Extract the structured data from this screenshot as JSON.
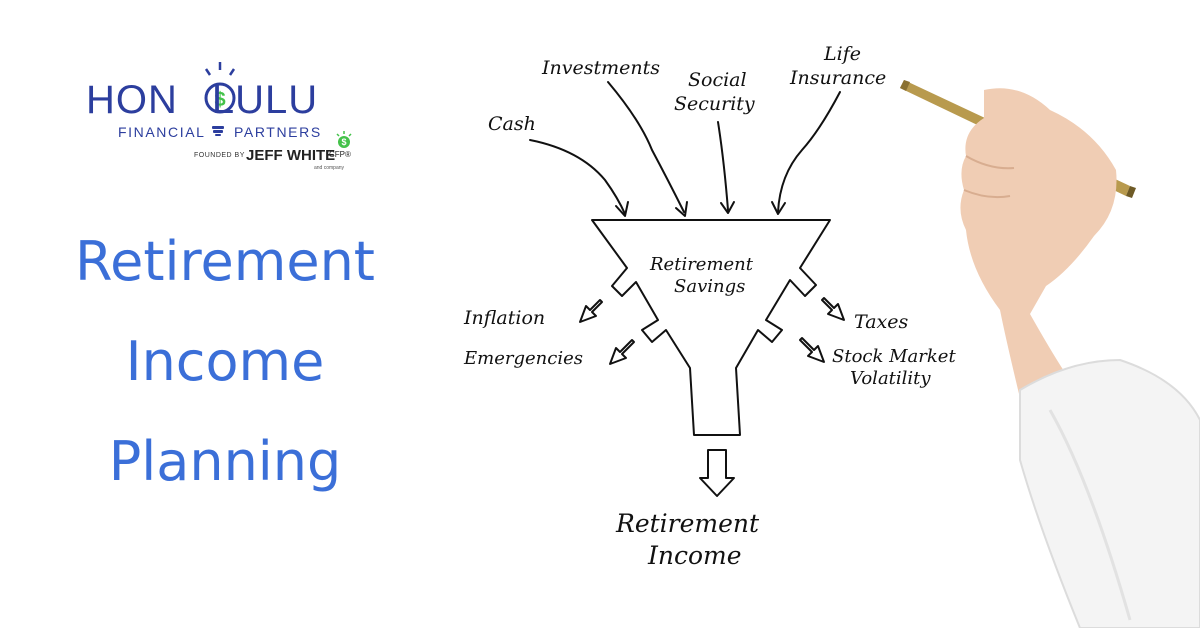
{
  "logo": {
    "word_left": "HON",
    "word_right": "LULU",
    "sub_left": "FINANCIAL",
    "sub_right": "PARTNERS",
    "founded": "FOUNDED BY",
    "founder": "JEFF WHITE",
    "cfp": "CFP®",
    "company": "and company",
    "colors": {
      "brand_blue": "#2c3e9e",
      "accent_green": "#44c24a"
    }
  },
  "title": {
    "line1": "Retirement",
    "line2": "Income",
    "line3": "Planning",
    "color": "#3b6fd8"
  },
  "diagram": {
    "inputs": [
      "Cash",
      "Investments",
      "Social",
      "Security",
      "Life",
      "Insurance"
    ],
    "funnel_label_1": "Retirement",
    "funnel_label_2": "Savings",
    "leaks_left": [
      "Inflation",
      "Emergencies"
    ],
    "leaks_right": [
      "Taxes",
      "Stock Market",
      "Volatility"
    ],
    "output_1": "Retirement",
    "output_2": "Income"
  }
}
